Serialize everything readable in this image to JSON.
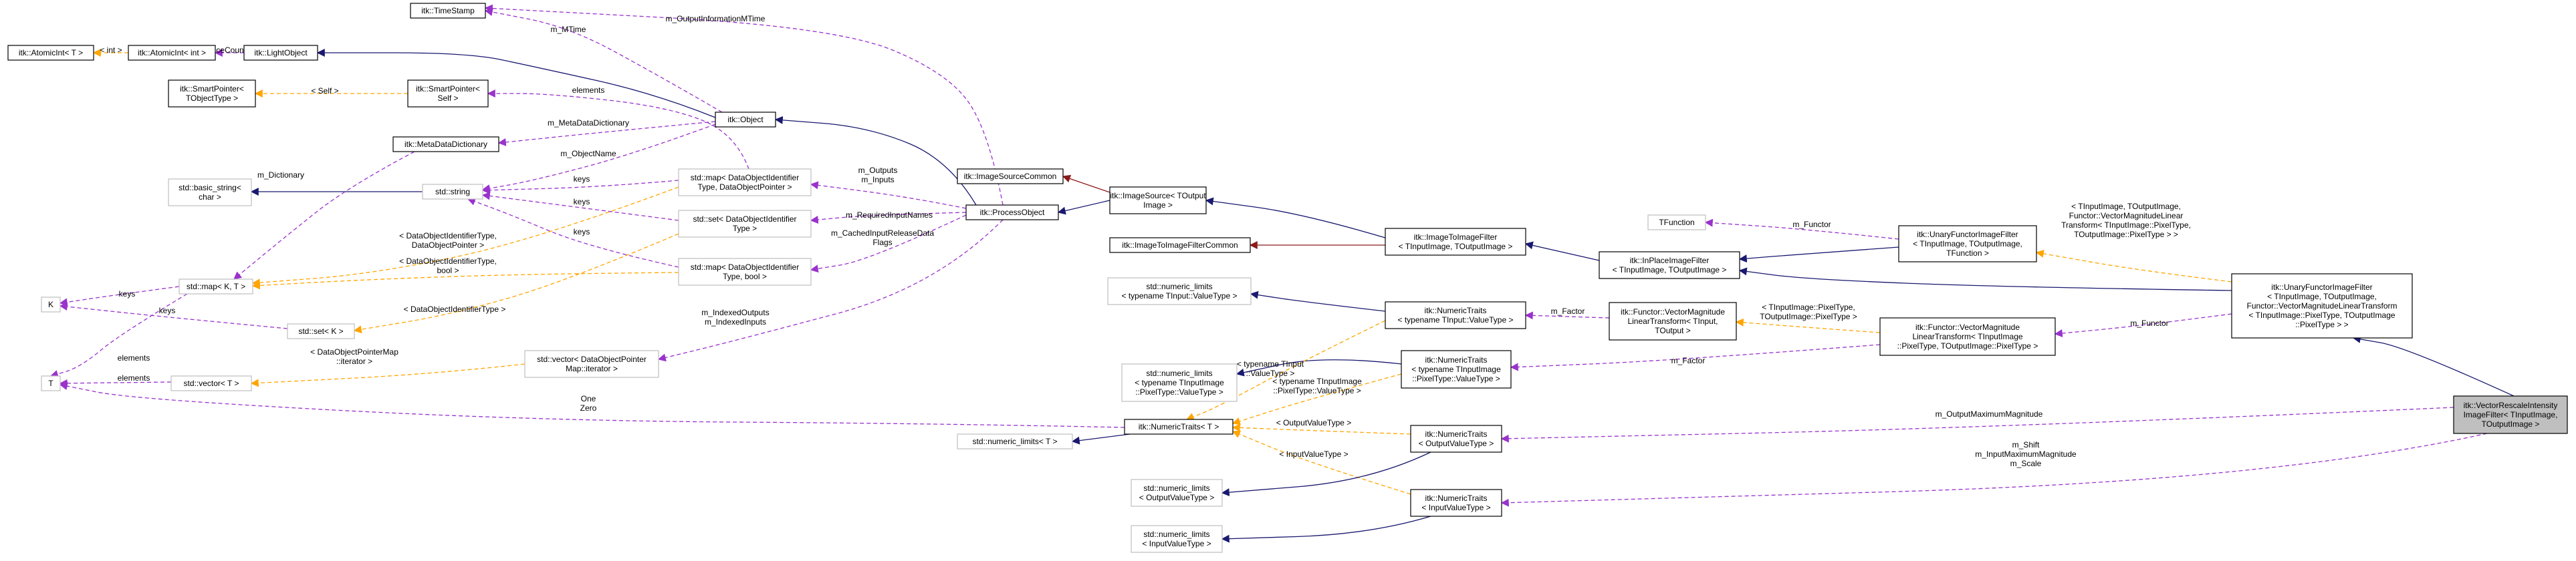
{
  "colors": {
    "node_border": "#000000",
    "node_border_gray": "#bfbfbf",
    "node_fill": "#ffffff",
    "focus_fill": "#bfbfbf",
    "inherit_edge": "#191970",
    "usage_edge": "#9a32cd",
    "template_edge": "#ffa500",
    "protected_edge": "#8b1a1a"
  },
  "nodes": [
    {
      "id": "atomicT",
      "lines": [
        "itk::AtomicInt< T >"
      ],
      "style": "normal"
    },
    {
      "id": "atomicInt",
      "lines": [
        "itk::AtomicInt< int >"
      ],
      "style": "normal"
    },
    {
      "id": "lightObject",
      "lines": [
        "itk::LightObject"
      ],
      "style": "normal"
    },
    {
      "id": "timeStamp",
      "lines": [
        "itk::TimeStamp"
      ],
      "style": "normal"
    },
    {
      "id": "smartPtrT",
      "lines": [
        "itk::SmartPointer<",
        "TObjectType >"
      ],
      "style": "normal"
    },
    {
      "id": "smartPtrSelf",
      "lines": [
        "itk::SmartPointer<",
        "Self >"
      ],
      "style": "normal"
    },
    {
      "id": "metaDataDict",
      "lines": [
        "itk::MetaDataDictionary"
      ],
      "style": "normal"
    },
    {
      "id": "object",
      "lines": [
        "itk::Object"
      ],
      "style": "normal"
    },
    {
      "id": "basicString",
      "lines": [
        "std::basic_string<",
        "char >"
      ],
      "style": "gray"
    },
    {
      "id": "stdString",
      "lines": [
        "std::string"
      ],
      "style": "gray"
    },
    {
      "id": "mapDOIPtr",
      "lines": [
        "std::map< DataObjectIdentifier",
        "Type, DataObjectPointer >"
      ],
      "style": "gray"
    },
    {
      "id": "setDOI",
      "lines": [
        "std::set< DataObjectIdentifier",
        "Type >"
      ],
      "style": "gray"
    },
    {
      "id": "mapDOIBool",
      "lines": [
        "std::map< DataObjectIdentifier",
        "Type, bool >"
      ],
      "style": "gray"
    },
    {
      "id": "K",
      "lines": [
        "K"
      ],
      "style": "gray"
    },
    {
      "id": "mapKT",
      "lines": [
        "std::map< K, T >"
      ],
      "style": "gray"
    },
    {
      "id": "setK",
      "lines": [
        "std::set< K >"
      ],
      "style": "gray"
    },
    {
      "id": "T",
      "lines": [
        "T"
      ],
      "style": "gray"
    },
    {
      "id": "vectorT",
      "lines": [
        "std::vector< T >"
      ],
      "style": "gray"
    },
    {
      "id": "vectorDOPIt",
      "lines": [
        "std::vector< DataObjectPointer",
        "Map::iterator >"
      ],
      "style": "gray"
    },
    {
      "id": "imgSrcCommon",
      "lines": [
        "itk::ImageSourceCommon"
      ],
      "style": "normal"
    },
    {
      "id": "processObject",
      "lines": [
        "itk::ProcessObject"
      ],
      "style": "normal"
    },
    {
      "id": "imageSource",
      "lines": [
        "itk::ImageSource< TOutput",
        "Image >"
      ],
      "style": "normal"
    },
    {
      "id": "img2imgCommon",
      "lines": [
        "itk::ImageToImageFilterCommon"
      ],
      "style": "normal"
    },
    {
      "id": "img2img",
      "lines": [
        "itk::ImageToImageFilter",
        "< TInputImage, TOutputImage >"
      ],
      "style": "normal"
    },
    {
      "id": "inPlace",
      "lines": [
        "itk::InPlaceImageFilter",
        "< TInputImage, TOutputImage >"
      ],
      "style": "normal"
    },
    {
      "id": "tfunction",
      "lines": [
        "TFunction"
      ],
      "style": "gray"
    },
    {
      "id": "unaryGeneric",
      "lines": [
        "itk::UnaryFunctorImageFilter",
        "< TInputImage, TOutputImage,",
        "TFunction >"
      ],
      "style": "normal"
    },
    {
      "id": "unarySpecial",
      "lines": [
        "itk::UnaryFunctorImageFilter",
        "< TInputImage, TOutputImage,",
        "Functor::VectorMagnitudeLinearTransform",
        "< TInputImage::PixelType, TOutputImage",
        "::PixelType > >"
      ],
      "style": "normal"
    },
    {
      "id": "numLimitsTInput",
      "lines": [
        "std::numeric_limits",
        "< typename TInput::ValueType >"
      ],
      "style": "gray"
    },
    {
      "id": "numTraitsTInput",
      "lines": [
        "itk::NumericTraits",
        "< typename TInput::ValueType >"
      ],
      "style": "normal"
    },
    {
      "id": "functorGeneric",
      "lines": [
        "itk::Functor::VectorMagnitude",
        "LinearTransform< TInput,",
        "TOutput >"
      ],
      "style": "normal"
    },
    {
      "id": "functorSpecial",
      "lines": [
        "itk::Functor::VectorMagnitude",
        "LinearTransform< TInputImage",
        "::PixelType, TOutputImage::PixelType >"
      ],
      "style": "normal"
    },
    {
      "id": "numLimitsPixel",
      "lines": [
        "std::numeric_limits",
        "< typename TInputImage",
        "::PixelType::ValueType >"
      ],
      "style": "gray"
    },
    {
      "id": "numTraitsPixel",
      "lines": [
        "itk::NumericTraits",
        "< typename TInputImage",
        "::PixelType::ValueType >"
      ],
      "style": "normal"
    },
    {
      "id": "numTraitsT",
      "lines": [
        "itk::NumericTraits< T >"
      ],
      "style": "normal"
    },
    {
      "id": "numLimitsT",
      "lines": [
        "std::numeric_limits< T >"
      ],
      "style": "gray"
    },
    {
      "id": "numTraitsOut",
      "lines": [
        "itk::NumericTraits",
        "< OutputValueType >"
      ],
      "style": "normal"
    },
    {
      "id": "numLimitsOut",
      "lines": [
        "std::numeric_limits",
        "< OutputValueType >"
      ],
      "style": "gray"
    },
    {
      "id": "numTraitsIn",
      "lines": [
        "itk::NumericTraits",
        "< InputValueType >"
      ],
      "style": "normal"
    },
    {
      "id": "numLimitsIn",
      "lines": [
        "std::numeric_limits",
        "< InputValueType >"
      ],
      "style": "gray"
    },
    {
      "id": "focus",
      "lines": [
        "itk::VectorRescaleIntensity",
        "ImageFilter< TInputImage,",
        "TOutputImage >"
      ],
      "style": "focus"
    }
  ],
  "edges": [
    {
      "id": "e1",
      "from": "atomicInt",
      "to": "atomicT",
      "kind": "template",
      "label": [
        "< int >"
      ]
    },
    {
      "id": "e2",
      "from": "lightObject",
      "to": "atomicInt",
      "kind": "usage",
      "label": [
        "m_ReferenceCount"
      ]
    },
    {
      "id": "e3",
      "from": "object",
      "to": "lightObject",
      "kind": "inherit",
      "label": []
    },
    {
      "id": "e4",
      "from": "object",
      "to": "timeStamp",
      "kind": "usage",
      "label": [
        "m_MTime"
      ]
    },
    {
      "id": "e5",
      "from": "processObject",
      "to": "timeStamp",
      "kind": "usage",
      "label": [
        "m_OutputInformationMTime"
      ]
    },
    {
      "id": "e6",
      "from": "smartPtrSelf",
      "to": "smartPtrT",
      "kind": "template",
      "label": [
        "< Self >"
      ]
    },
    {
      "id": "e7",
      "from": "mapDOIPtr",
      "to": "smartPtrSelf",
      "kind": "usage",
      "label": [
        "elements"
      ]
    },
    {
      "id": "e8",
      "from": "object",
      "to": "metaDataDict",
      "kind": "usage",
      "label": [
        "m_MetaDataDictionary"
      ]
    },
    {
      "id": "e9",
      "from": "object",
      "to": "stdString",
      "kind": "usage",
      "label": [
        "m_ObjectName"
      ]
    },
    {
      "id": "e10",
      "from": "stdString",
      "to": "basicString",
      "kind": "inherit",
      "label": []
    },
    {
      "id": "e11",
      "from": "metaDataDict",
      "to": "mapKT",
      "kind": "usage",
      "label": [
        "m_Dictionary"
      ]
    },
    {
      "id": "e12",
      "from": "mapDOIPtr",
      "to": "stdString",
      "kind": "usage",
      "label": [
        "keys"
      ]
    },
    {
      "id": "e13",
      "from": "setDOI",
      "to": "stdString",
      "kind": "usage",
      "label": [
        "keys"
      ]
    },
    {
      "id": "e14",
      "from": "mapDOIBool",
      "to": "stdString",
      "kind": "usage",
      "label": [
        "keys"
      ]
    },
    {
      "id": "e15",
      "from": "processObject",
      "to": "object",
      "kind": "inherit",
      "label": []
    },
    {
      "id": "e16",
      "from": "processObject",
      "to": "mapDOIPtr",
      "kind": "usage",
      "label": [
        "m_Outputs",
        "m_Inputs"
      ]
    },
    {
      "id": "e17",
      "from": "processObject",
      "to": "setDOI",
      "kind": "usage",
      "label": [
        "m_RequiredInputNames"
      ]
    },
    {
      "id": "e18",
      "from": "processObject",
      "to": "mapDOIBool",
      "kind": "usage",
      "label": [
        "m_CachedInputReleaseData",
        "Flags"
      ]
    },
    {
      "id": "e19",
      "from": "processObject",
      "to": "vectorDOPIt",
      "kind": "usage",
      "label": [
        "m_IndexedOutputs",
        "m_IndexedInputs"
      ]
    },
    {
      "id": "e20",
      "from": "mapKT",
      "to": "K",
      "kind": "usage",
      "label": [
        "keys"
      ]
    },
    {
      "id": "e21",
      "from": "mapKT",
      "to": "T",
      "kind": "usage",
      "label": [
        "elements"
      ]
    },
    {
      "id": "e22",
      "from": "setK",
      "to": "K",
      "kind": "usage",
      "label": [
        "keys"
      ]
    },
    {
      "id": "e23",
      "from": "vectorT",
      "to": "T",
      "kind": "usage",
      "label": [
        "elements"
      ]
    },
    {
      "id": "e24",
      "from": "mapDOIPtr",
      "to": "mapKT",
      "kind": "template",
      "label": [
        "< DataObjectIdentifierType,",
        "DataObjectPointer >"
      ]
    },
    {
      "id": "e25",
      "from": "mapDOIBool",
      "to": "mapKT",
      "kind": "template",
      "label": [
        "< DataObjectIdentifierType,",
        "bool >"
      ]
    },
    {
      "id": "e26",
      "from": "setDOI",
      "to": "setK",
      "kind": "template",
      "label": [
        "< DataObjectIdentifierType >"
      ]
    },
    {
      "id": "e27",
      "from": "vectorDOPIt",
      "to": "vectorT",
      "kind": "template",
      "label": [
        "< DataObjectPointerMap",
        "::iterator >"
      ]
    },
    {
      "id": "e28",
      "from": "imageSource",
      "to": "imgSrcCommon",
      "kind": "protected",
      "label": []
    },
    {
      "id": "e29",
      "from": "imageSource",
      "to": "processObject",
      "kind": "inherit",
      "label": []
    },
    {
      "id": "e30",
      "from": "img2img",
      "to": "imageSource",
      "kind": "inherit",
      "label": []
    },
    {
      "id": "e31",
      "from": "img2img",
      "to": "img2imgCommon",
      "kind": "protected",
      "label": []
    },
    {
      "id": "e32",
      "from": "inPlace",
      "to": "img2img",
      "kind": "inherit",
      "label": []
    },
    {
      "id": "e33",
      "from": "unaryGeneric",
      "to": "inPlace",
      "kind": "inherit",
      "label": []
    },
    {
      "id": "e34",
      "from": "unaryGeneric",
      "to": "tfunction",
      "kind": "usage",
      "label": [
        "m_Functor"
      ]
    },
    {
      "id": "e35",
      "from": "unarySpecial",
      "to": "inPlace",
      "kind": "inherit",
      "label": []
    },
    {
      "id": "e36",
      "from": "unarySpecial",
      "to": "unaryGeneric",
      "kind": "template",
      "label": [
        "< TInputImage, TOutputImage,",
        "Functor::VectorMagnitudeLinear",
        "Transform< TInputImage::PixelType,",
        "TOutputImage::PixelType > >"
      ]
    },
    {
      "id": "e37",
      "from": "unarySpecial",
      "to": "functorSpecial",
      "kind": "usage",
      "label": [
        "m_Functor"
      ]
    },
    {
      "id": "e38",
      "from": "numTraitsTInput",
      "to": "numLimitsTInput",
      "kind": "inherit",
      "label": []
    },
    {
      "id": "e39",
      "from": "functorGeneric",
      "to": "numTraitsTInput",
      "kind": "usage",
      "label": [
        "m_Factor"
      ]
    },
    {
      "id": "e40",
      "from": "functorSpecial",
      "to": "functorGeneric",
      "kind": "template",
      "label": [
        "< TInputImage::PixelType,",
        "TOutputImage::PixelType >"
      ]
    },
    {
      "id": "e41",
      "from": "functorSpecial",
      "to": "numTraitsPixel",
      "kind": "usage",
      "label": [
        "m_Factor"
      ]
    },
    {
      "id": "e42",
      "from": "numTraitsPixel",
      "to": "numLimitsPixel",
      "kind": "inherit",
      "label": []
    },
    {
      "id": "e43",
      "from": "numTraitsTInput",
      "to": "numTraitsT",
      "kind": "template",
      "label": [
        "< typename TInput",
        "::ValueType >"
      ]
    },
    {
      "id": "e44",
      "from": "numTraitsPixel",
      "to": "numTraitsT",
      "kind": "template",
      "label": [
        "< typename TInputImage",
        "::PixelType::ValueType >"
      ]
    },
    {
      "id": "e45",
      "from": "numTraitsT",
      "to": "T",
      "kind": "usage",
      "label": [
        "One",
        "Zero"
      ]
    },
    {
      "id": "e46",
      "from": "numTraitsT",
      "to": "numLimitsT",
      "kind": "inherit",
      "label": []
    },
    {
      "id": "e47",
      "from": "numTraitsOut",
      "to": "numTraitsT",
      "kind": "template",
      "label": [
        "< OutputValueType >"
      ]
    },
    {
      "id": "e48",
      "from": "numTraitsIn",
      "to": "numTraitsT",
      "kind": "template",
      "label": [
        "< InputValueType >"
      ]
    },
    {
      "id": "e49",
      "from": "numTraitsOut",
      "to": "numLimitsOut",
      "kind": "inherit",
      "label": []
    },
    {
      "id": "e50",
      "from": "numTraitsIn",
      "to": "numLimitsIn",
      "kind": "inherit",
      "label": []
    },
    {
      "id": "e51",
      "from": "focus",
      "to": "unarySpecial",
      "kind": "inherit",
      "label": []
    },
    {
      "id": "e52",
      "from": "focus",
      "to": "numTraitsOut",
      "kind": "usage",
      "label": [
        "m_OutputMaximumMagnitude"
      ]
    },
    {
      "id": "e53",
      "from": "focus",
      "to": "numTraitsIn",
      "kind": "usage",
      "label": [
        "m_Shift",
        "m_InputMaximumMagnitude",
        "m_Scale"
      ]
    }
  ]
}
